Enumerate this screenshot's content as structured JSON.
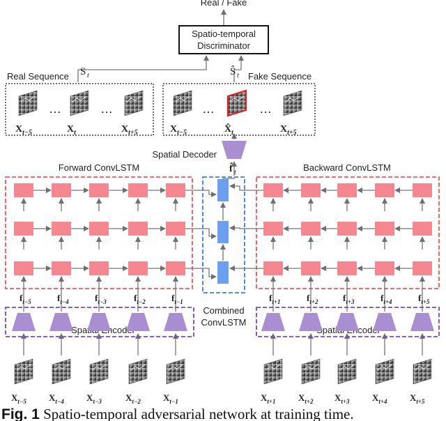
{
  "output_label": "Real / Fake",
  "discriminator": {
    "line1": "Spatio-temporal",
    "line2": "Discriminator"
  },
  "real_sequence": {
    "label": "Real Sequence",
    "s_label": "S",
    "s_sub": "t"
  },
  "fake_sequence": {
    "label": "Fake Sequence",
    "s_label": "Ŝ",
    "s_sub": "t"
  },
  "ellipsis": "…",
  "real_frames": [
    {
      "base": "X",
      "sub": "t−5"
    },
    {
      "base": "X",
      "sub": "t"
    },
    {
      "base": "X",
      "sub": "t+5"
    }
  ],
  "fake_frames": [
    {
      "base": "X",
      "sub": "t−5"
    },
    {
      "base": "X̂",
      "sub": "t"
    },
    {
      "base": "X",
      "sub": "t+5"
    }
  ],
  "spatial_decoder": "Spatial Decoder",
  "decoder_feature": {
    "base": "f̂",
    "sub": "t"
  },
  "forward_lstm": "Forward ConvLSTM",
  "backward_lstm": "Backward ConvLSTM",
  "combined_lstm": {
    "line1": "Combined",
    "line2": "ConvLSTM"
  },
  "spatial_encoder": "Spatial Encoder",
  "forward_features": [
    {
      "base": "f",
      "sub": "t−5"
    },
    {
      "base": "f",
      "sub": "t−4"
    },
    {
      "base": "f",
      "sub": "t−3"
    },
    {
      "base": "f",
      "sub": "t−2"
    },
    {
      "base": "f",
      "sub": "t−1"
    }
  ],
  "backward_features": [
    {
      "base": "f",
      "sub": "t+1"
    },
    {
      "base": "f",
      "sub": "t+2"
    },
    {
      "base": "f",
      "sub": "t+3"
    },
    {
      "base": "f",
      "sub": "t+4"
    },
    {
      "base": "f",
      "sub": "t+5"
    }
  ],
  "forward_inputs": [
    {
      "base": "X",
      "sub": "t−5"
    },
    {
      "base": "X",
      "sub": "t−4"
    },
    {
      "base": "X",
      "sub": "t−3"
    },
    {
      "base": "X",
      "sub": "t−2"
    },
    {
      "base": "X",
      "sub": "t−1"
    }
  ],
  "backward_inputs": [
    {
      "base": "X",
      "sub": "t+1"
    },
    {
      "base": "X",
      "sub": "t+2"
    },
    {
      "base": "X",
      "sub": "t+3"
    },
    {
      "base": "X",
      "sub": "t+4"
    },
    {
      "base": "X",
      "sub": "t+5"
    }
  ],
  "caption": {
    "label": "Fig. 1",
    "text": "Spatio-temporal adversarial network at training time."
  },
  "colors": {
    "lstm_cell": "#f4878f",
    "lstm_box": "#f2545f",
    "combined_cell": "#6d9ff0",
    "combined_box": "#3a7ee6",
    "encoder": "#a98ed2",
    "encoder_box": "#7a49c0",
    "fake_frame_border": "#e02020",
    "arrow": "#777777"
  }
}
